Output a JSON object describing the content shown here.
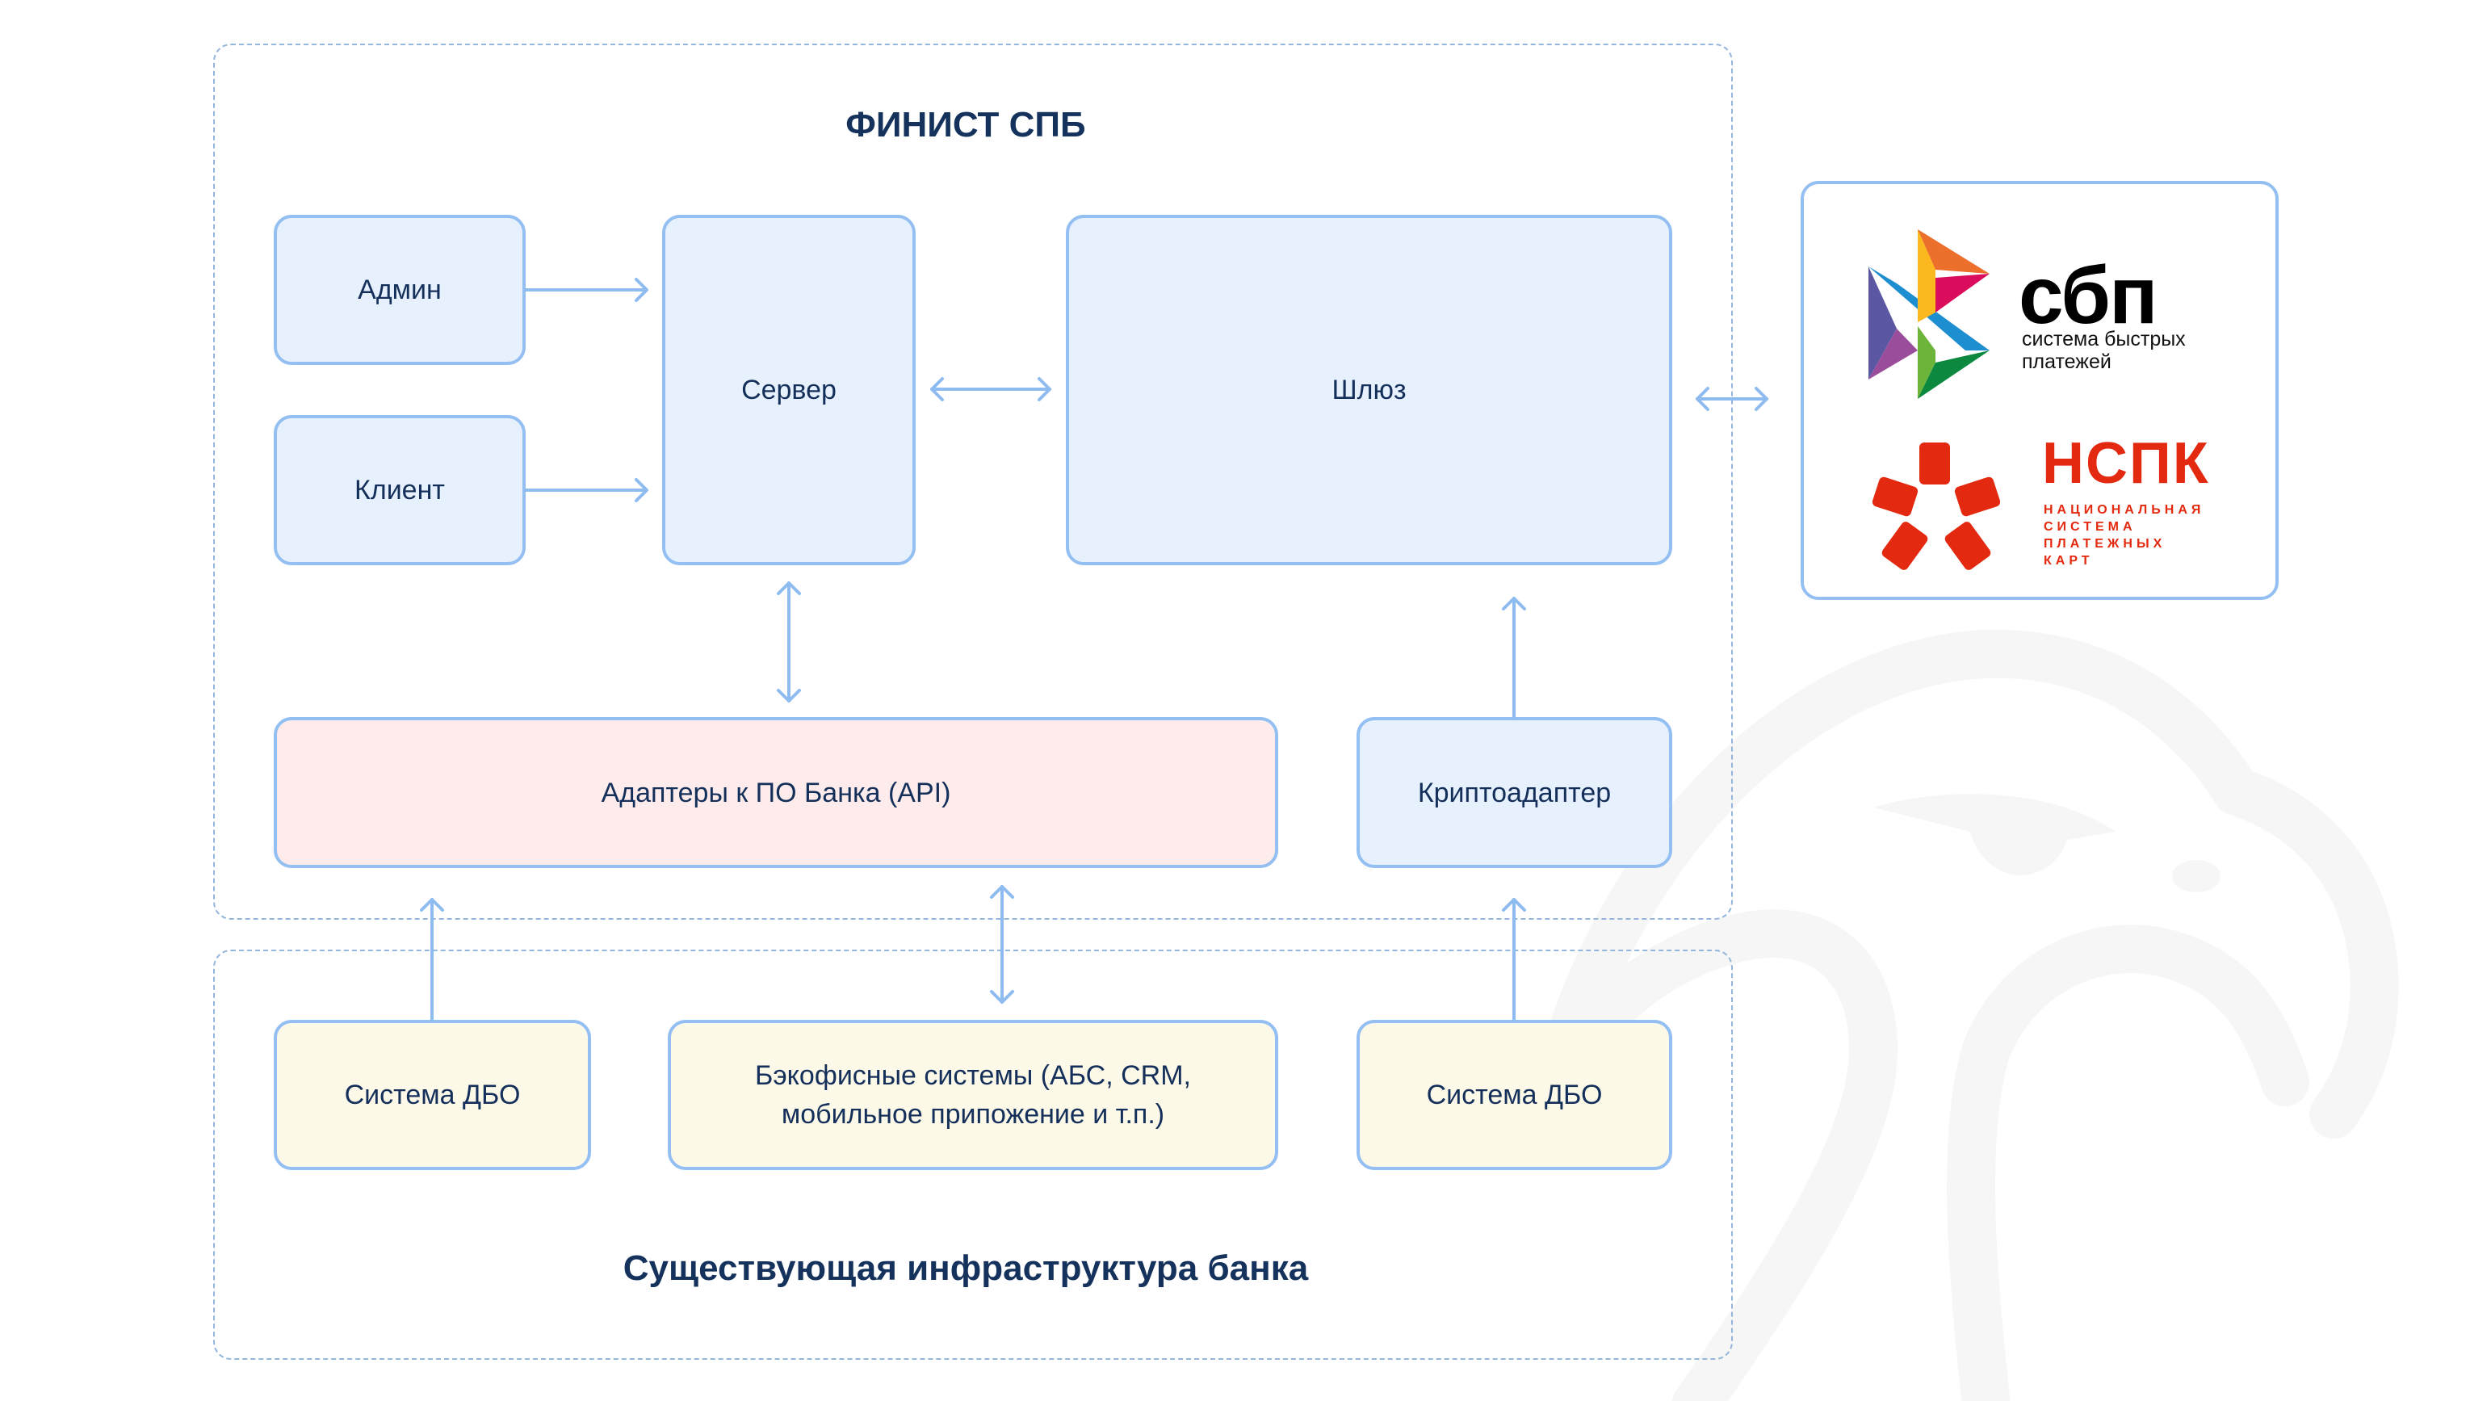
{
  "diagram": {
    "finist_zone": {
      "title": "ФИНИСТ СПБ"
    },
    "bank_zone": {
      "title": "Существующая инфраструктура банка"
    },
    "nodes": {
      "admin": "Админ",
      "client": "Клиент",
      "server": "Сервер",
      "gateway": "Шлюз",
      "adapters": "Адаптеры к ПО Банка (API)",
      "crypto_adapter": "Криптоадаптер",
      "dbo_left": "Система ДБО",
      "backoffice_line1": "Бэкофисные системы (АБС, CRM,",
      "backoffice_line2": "мобильное припожение и т.п.)",
      "dbo_right": "Система ДБО"
    },
    "edges": [
      {
        "from": "admin",
        "to": "server",
        "direction": "forward"
      },
      {
        "from": "client",
        "to": "server",
        "direction": "forward"
      },
      {
        "from": "server",
        "to": "gateway",
        "direction": "both"
      },
      {
        "from": "server",
        "to": "adapters",
        "direction": "both"
      },
      {
        "from": "crypto_adapter",
        "to": "gateway",
        "direction": "forward"
      },
      {
        "from": "dbo_left",
        "to": "adapters",
        "direction": "forward"
      },
      {
        "from": "backoffice",
        "to": "adapters",
        "direction": "both"
      },
      {
        "from": "dbo_right",
        "to": "crypto_adapter",
        "direction": "forward"
      },
      {
        "from": "gateway",
        "to": "external_systems",
        "direction": "both"
      }
    ],
    "external_systems": {
      "sbp": {
        "name": "сбп",
        "subtitle_line1": "система быстрых",
        "subtitle_line2": "платежей"
      },
      "nspk": {
        "name": "НСПК",
        "subtitle": [
          "НАЦИОНАЛЬНАЯ",
          "СИСТЕМА",
          "ПЛАТЕЖНЫХ",
          "КАРТ"
        ]
      }
    },
    "colors": {
      "text": "#14305a",
      "node_border": "#93bff2",
      "node_blue": "#e7f1fd",
      "node_pink": "#fdeceb",
      "node_cream": "#fdf9e9",
      "zone_border": "#94b6dc",
      "nspk_red": "#e3290f"
    }
  }
}
